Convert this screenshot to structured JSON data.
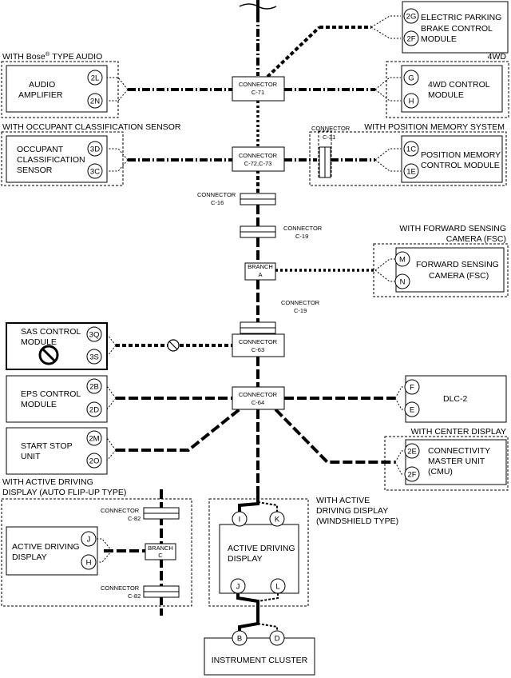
{
  "groups": {
    "bose": "WITH Bose",
    "bose_reg": "®",
    "bose_tail": "TYPE AUDIO",
    "fourwd": "4WD",
    "occupant": "WITH OCCUPANT CLASSIFICATION SENSOR",
    "position_memory": "WITH POSITION MEMORY SYSTEM",
    "fsc_1": "WITH FORWARD SENSING",
    "fsc_2": "CAMERA (FSC)",
    "center_display": "WITH CENTER DISPLAY",
    "add_flip_1": "WITH ACTIVE DRIVING",
    "add_flip_2": "DISPLAY (AUTO FLIP-UP TYPE)",
    "add_ws_1": "WITH ACTIVE",
    "add_ws_2": "DRIVING DISPLAY",
    "add_ws_3": "(WINDSHIELD TYPE)"
  },
  "modules": {
    "epb": [
      "ELECTRIC PARKING",
      "BRAKE CONTROL",
      "MODULE"
    ],
    "audio": [
      "AUDIO",
      "AMPLIFIER"
    ],
    "fourwd": [
      "4WD CONTROL",
      "MODULE"
    ],
    "occupant": [
      "OCCUPANT",
      "CLASSIFICATION",
      "SENSOR"
    ],
    "position_memory": [
      "POSITION MEMORY",
      "CONTROL MODULE"
    ],
    "fsc": [
      "FORWARD SENSING",
      "CAMERA (FSC)"
    ],
    "sas": [
      "SAS CONTROL",
      "MODULE"
    ],
    "eps": [
      "EPS CONTROL",
      "MODULE"
    ],
    "dlc": [
      "DLC-2"
    ],
    "start_stop": [
      "START STOP",
      "UNIT"
    ],
    "cmu": [
      "CONNECTIVITY",
      "MASTER UNIT",
      "(CMU)"
    ],
    "add_flip": [
      "ACTIVE DRIVING",
      "DISPLAY"
    ],
    "add_ws": [
      "ACTIVE DRIVING",
      "DISPLAY"
    ],
    "cluster": [
      "INSTRUMENT CLUSTER"
    ]
  },
  "pins": {
    "epb": [
      "2G",
      "2F"
    ],
    "audio": [
      "2L",
      "2N"
    ],
    "fourwd": [
      "G",
      "H"
    ],
    "occupant": [
      "3D",
      "3C"
    ],
    "position_memory": [
      "1C",
      "1E"
    ],
    "fsc": [
      "M",
      "N"
    ],
    "sas": [
      "3Q",
      "3S"
    ],
    "eps": [
      "2B",
      "2D"
    ],
    "dlc": [
      "F",
      "E"
    ],
    "start_stop": [
      "2M",
      "2O"
    ],
    "cmu": [
      "2E",
      "2F"
    ],
    "add_flip": [
      "J",
      "H"
    ],
    "add_ws_top": [
      "I",
      "K"
    ],
    "add_ws_bottom": [
      "J",
      "L"
    ],
    "cluster": [
      "B",
      "D"
    ]
  },
  "connectors": {
    "c71": [
      "CONNECTOR",
      "C-71"
    ],
    "c72": [
      "CONNECTOR",
      "C-72,C-73"
    ],
    "c31": [
      "CONNECTOR",
      "C-31"
    ],
    "c16": [
      "CONNECTOR",
      "C-16"
    ],
    "c19a": [
      "CONNECTOR",
      "C-19"
    ],
    "branch_a": [
      "BRANCH",
      "A"
    ],
    "c19b": [
      "CONNECTOR",
      "C-19"
    ],
    "c63": [
      "CONNECTOR",
      "C-63"
    ],
    "c64": [
      "CONNECTOR",
      "C-64"
    ],
    "c82a": [
      "CONNECTOR",
      "C-82"
    ],
    "branch_c": [
      "BRANCH",
      "C"
    ],
    "c82b": [
      "CONNECTOR",
      "C-82"
    ]
  }
}
